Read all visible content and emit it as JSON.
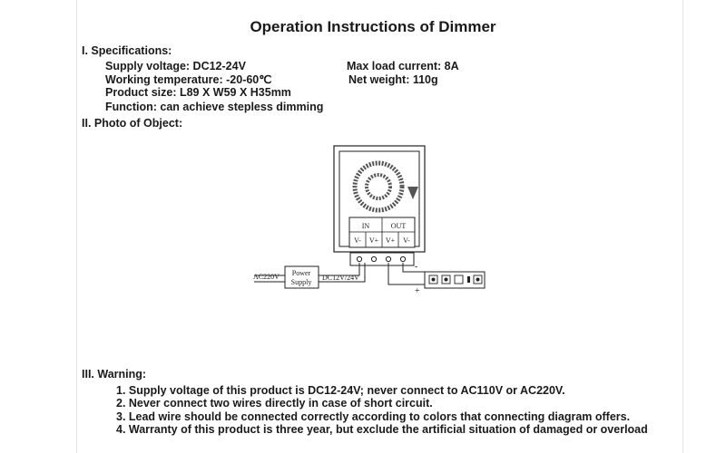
{
  "title": "Operation Instructions of Dimmer",
  "specifications": {
    "heading": "I. Specifications:",
    "supply_voltage": "Supply voltage: DC12-24V",
    "working_temperature": "Working temperature: -20-60℃",
    "product_size": "Product size: L89 X W59 X H35mm",
    "function": "Function: can achieve stepless dimming",
    "max_load_current": "Max load current: 8A",
    "net_weight": "Net weight: 110g"
  },
  "photo": {
    "heading": "II. Photo of Object:",
    "terminal_in": "IN",
    "terminal_out": "OUT",
    "terminals": [
      "V-",
      "V+",
      "V+",
      "V-"
    ],
    "ac_label": "AC220V",
    "power_supply_line1": "Power",
    "power_supply_line2": "Supply",
    "dc_label": "DC12V/24V",
    "minus_sign": "-",
    "plus_sign": "+"
  },
  "warning": {
    "heading": "III. Warning:",
    "items": [
      "1. Supply voltage of this product is DC12-24V; never connect to AC110V or AC220V.",
      "2. Never connect two wires directly in case of short circuit.",
      "3. Lead wire should be connected correctly according to colors that connecting diagram offers.",
      "4. Warranty of this product is three year, but exclude the artificial situation of damaged or overload"
    ]
  }
}
